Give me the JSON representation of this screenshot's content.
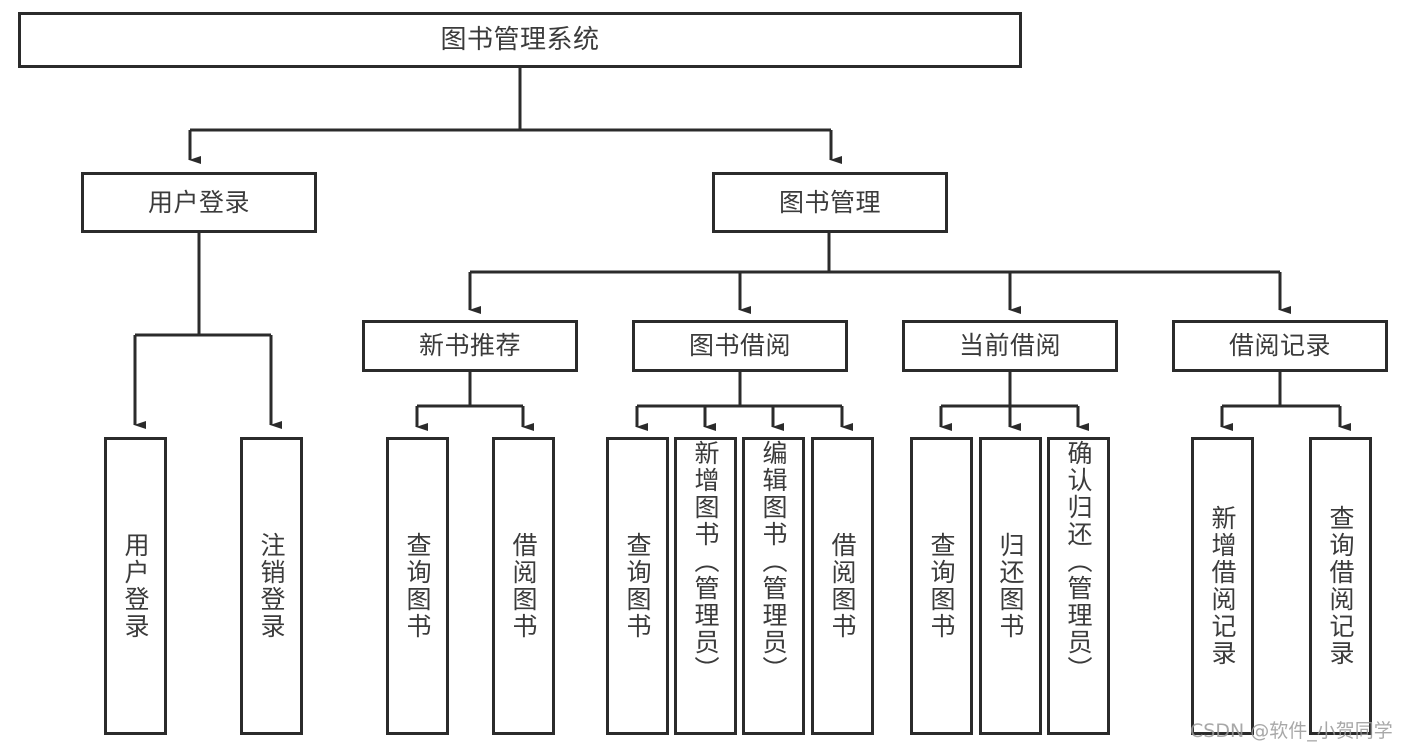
{
  "diagram": {
    "title": "图书管理系统",
    "type": "tree-hierarchy",
    "root": {
      "id": "root",
      "label": "图书管理系统"
    },
    "level2": [
      {
        "id": "user-login",
        "label": "用户登录"
      },
      {
        "id": "book-manage",
        "label": "图书管理"
      }
    ],
    "level3": [
      {
        "id": "new-book-recommend",
        "label": "新书推荐",
        "parent": "book-manage"
      },
      {
        "id": "book-borrow",
        "label": "图书借阅",
        "parent": "book-manage"
      },
      {
        "id": "current-borrow",
        "label": "当前借阅",
        "parent": "book-manage"
      },
      {
        "id": "borrow-record",
        "label": "借阅记录",
        "parent": "book-manage"
      }
    ],
    "leaves": {
      "user_login": [
        {
          "id": "leaf-user-login",
          "label": "用户登录"
        },
        {
          "id": "leaf-user-logout",
          "label": "注销登录"
        }
      ],
      "new_book_recommend": [
        {
          "id": "leaf-query-book-1",
          "label": "查询图书"
        },
        {
          "id": "leaf-borrow-book-1",
          "label": "借阅图书"
        }
      ],
      "book_borrow": [
        {
          "id": "leaf-query-book-2",
          "label": "查询图书"
        },
        {
          "id": "leaf-add-book",
          "label": "新增图书（管理员）"
        },
        {
          "id": "leaf-edit-book",
          "label": "编辑图书（管理员）"
        },
        {
          "id": "leaf-borrow-book-2",
          "label": "借阅图书"
        }
      ],
      "current_borrow": [
        {
          "id": "leaf-query-book-3",
          "label": "查询图书"
        },
        {
          "id": "leaf-return-book",
          "label": "归还图书"
        },
        {
          "id": "leaf-confirm-return",
          "label": "确认归还（管理员）"
        }
      ],
      "borrow_record": [
        {
          "id": "leaf-add-record",
          "label": "新增借阅记录"
        },
        {
          "id": "leaf-query-record",
          "label": "查询借阅记录"
        }
      ]
    }
  },
  "watermark": {
    "text": "CSDN @软件_小贺同学"
  },
  "colors": {
    "background": "#ffffff",
    "stroke": "#2b2b2b",
    "text": "#3b3b3b",
    "watermark": "#9a9a9a"
  }
}
